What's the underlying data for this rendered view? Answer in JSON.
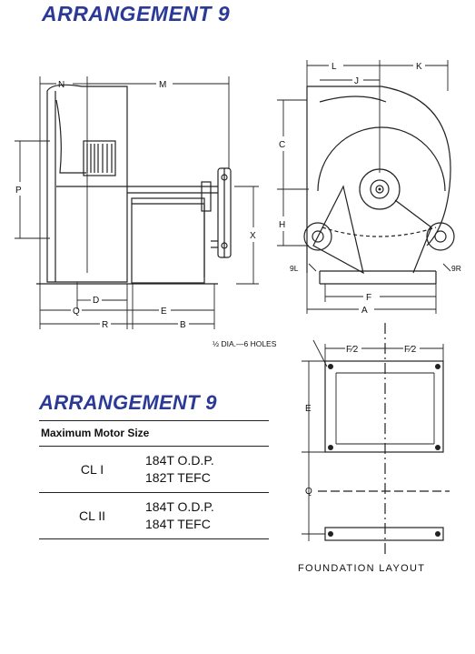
{
  "header": {
    "title": "ARRANGEMENT 9"
  },
  "section": {
    "title": "ARRANGEMENT 9"
  },
  "table": {
    "header": "Maximum Motor Size",
    "rows": [
      {
        "class": "CL I",
        "motors": [
          "184T O.D.P.",
          "182T TEFC"
        ]
      },
      {
        "class": "CL II",
        "motors": [
          "184T O.D.P.",
          "184T TEFC"
        ]
      }
    ]
  },
  "dimensions": {
    "N": "N",
    "M": "M",
    "L": "L",
    "K": "K",
    "J": "J",
    "C": "C",
    "P": "P",
    "H": "H",
    "X": "X",
    "D": "D",
    "Q": "Q",
    "E": "E",
    "R": "R",
    "B": "B",
    "F": "F",
    "A": "A",
    "left_offset": "9L",
    "right_offset": "9R",
    "half_F": "F⁄2",
    "E2": "E",
    "Q2": "Q"
  },
  "notes": {
    "holes": "½ DIA.—6 HOLES",
    "foundation": "FOUNDATION LAYOUT"
  }
}
